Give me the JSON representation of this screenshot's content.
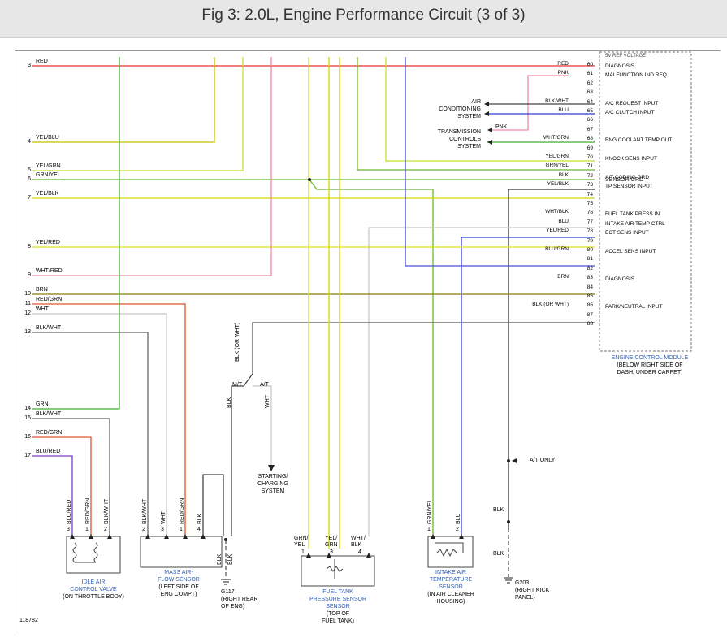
{
  "title": "Fig 3: 2.0L, Engine Performance Circuit (3 of 3)",
  "figure_id": "118782",
  "left_pins": [
    {
      "num": "3",
      "wire": "RED"
    },
    {
      "num": "4",
      "wire": "YEL/BLU"
    },
    {
      "num": "5",
      "wire": "YEL/GRN"
    },
    {
      "num": "6",
      "wire": "GRN/YEL"
    },
    {
      "num": "7",
      "wire": "YEL/BLK"
    },
    {
      "num": "8",
      "wire": "YEL/RED"
    },
    {
      "num": "9",
      "wire": "WHT/RED"
    },
    {
      "num": "10",
      "wire": "BRN"
    },
    {
      "num": "11",
      "wire": "RED/GRN"
    },
    {
      "num": "12",
      "wire": "WHT"
    },
    {
      "num": "13",
      "wire": "BLK/WHT"
    },
    {
      "num": "14",
      "wire": "GRN"
    },
    {
      "num": "15",
      "wire": "BLK/WHT"
    },
    {
      "num": "16",
      "wire": "RED/GRN"
    },
    {
      "num": "17",
      "wire": "BLU/RED"
    }
  ],
  "ecm_pins": [
    {
      "num": "60",
      "wire": "RED",
      "func": "DIAGNOSIS"
    },
    {
      "num": "61",
      "wire": "PNK",
      "func": "MALFUNCTION IND REQ"
    },
    {
      "num": "62",
      "wire": "",
      "func": ""
    },
    {
      "num": "63",
      "wire": "",
      "func": ""
    },
    {
      "num": "64",
      "wire": "BLK/WHT",
      "func": "A/C REQUEST INPUT"
    },
    {
      "num": "65",
      "wire": "BLU",
      "func": "A/C CLUTCH INPUT"
    },
    {
      "num": "66",
      "wire": "",
      "func": ""
    },
    {
      "num": "67",
      "wire": "",
      "func": ""
    },
    {
      "num": "68",
      "wire": "WHT/GRN",
      "func": "ENG COOLANT TEMP OUT"
    },
    {
      "num": "69",
      "wire": "",
      "func": ""
    },
    {
      "num": "70",
      "wire": "YEL/GRN",
      "func": "KNOCK SENS INPUT"
    },
    {
      "num": "71",
      "wire": "GRN/YEL",
      "func": ""
    },
    {
      "num": "72",
      "wire": "BLK",
      "func": "A/T CODING GRD"
    },
    {
      "num": "73",
      "wire": "YEL/BLK",
      "func": "TP SENSOR INPUT"
    },
    {
      "num": "74",
      "wire": "",
      "func": ""
    },
    {
      "num": "75",
      "wire": "",
      "func": ""
    },
    {
      "num": "76",
      "wire": "WHT/BLK",
      "func": "FUEL TANK PRESS IN"
    },
    {
      "num": "77",
      "wire": "BLU",
      "func": "INTAKE AIR TEMP CTRL"
    },
    {
      "num": "78",
      "wire": "YEL/RED",
      "func": "ECT SENS INPUT"
    },
    {
      "num": "79",
      "wire": "",
      "func": ""
    },
    {
      "num": "80",
      "wire": "BLU/GRN",
      "func": "ACCEL SENS INPUT"
    },
    {
      "num": "81",
      "wire": "",
      "func": ""
    },
    {
      "num": "82",
      "wire": "",
      "func": ""
    },
    {
      "num": "83",
      "wire": "BRN",
      "func": "DIAGNOSIS"
    },
    {
      "num": "84",
      "wire": "",
      "func": ""
    },
    {
      "num": "85",
      "wire": "",
      "func": ""
    },
    {
      "num": "86",
      "wire": "BLK (OR WHT)",
      "func": "PARK/NEUTRAL INPUT"
    },
    {
      "num": "87",
      "wire": "",
      "func": ""
    },
    {
      "num": "88",
      "wire": "",
      "func": ""
    }
  ],
  "ecm_top_partial": "5V REF VOLTAGE",
  "ecm_sensor_grd_wire": "GRN/YEL",
  "ecm_sensor_grd_label": "SENSOR GRD",
  "ecm_label": [
    "ENGINE CONTROL MODULE",
    "(BELOW RIGHT SIDE OF",
    "DASH, UNDER CARPET)"
  ],
  "ac_system": [
    "AIR",
    "CONDITIONING",
    "SYSTEM"
  ],
  "trans_system": [
    "TRANSMISSION",
    "CONTROLS",
    "SYSTEM"
  ],
  "trans_wire": "PNK",
  "blk_or_wht_vertical": "BLK (OR WHT)",
  "mt_label": "M/T",
  "at_label": "A/T",
  "mt_wire": "BLK",
  "at_wire": "WHT",
  "starting": [
    "STARTING/",
    "CHARGING",
    "SYSTEM"
  ],
  "at_only": "A/T ONLY",
  "blk": "BLK",
  "g117": [
    "G117",
    "(RIGHT REAR",
    "OF ENG)"
  ],
  "g203": [
    "G203",
    "(RIGHT KICK",
    "PANEL)"
  ],
  "idle": {
    "wires": [
      "BLU/RED",
      "RED/GRN",
      "BLK/WHT"
    ],
    "pins": [
      "3",
      "1",
      "2"
    ],
    "label": [
      "IDLE AIR",
      "CONTROL VALVE"
    ],
    "sub": "(ON THROTTLE BODY)"
  },
  "maf": {
    "wires": [
      "BLK/WHT",
      "WHT",
      "RED/GRN",
      "BLK"
    ],
    "pins": [
      "2",
      "3",
      "1",
      "4"
    ],
    "label": [
      "MASS AIR-",
      "FLOW SENSOR"
    ],
    "sub": [
      "(LEFT SIDE OF",
      "ENG COMPT)"
    ]
  },
  "fuel_tank": {
    "wires": [
      "GRN/",
      "YEL",
      "YEL/",
      "GRN",
      "WHT/",
      "BLK"
    ],
    "pins": [
      "1",
      "3",
      "4"
    ],
    "label": [
      "FUEL TANK",
      "PRESSURE SENSOR",
      "SENSOR"
    ],
    "sub": [
      "(TOP OF",
      "FUEL TANK)"
    ]
  },
  "iat": {
    "wires": [
      "GRN/YEL",
      "BLU"
    ],
    "pins": [
      "1",
      "2"
    ],
    "label": [
      "INTAKE AIR",
      "TEMPERATURE",
      "SENSOR"
    ],
    "sub": [
      "(IN AIR CLEANER",
      "HOUSING)"
    ]
  },
  "colors": {
    "red": "#e8302a",
    "yellow": "#e6e600",
    "ygreen": "#a6cc3a",
    "green": "#3fae2a",
    "blue": "#2f3fd6",
    "pink": "#f08aa0",
    "brown": "#8a7a10",
    "orange": "#e0562a",
    "gray": "#777777",
    "lightgray": "#c8c8c8",
    "violet": "#7b3fc4"
  }
}
